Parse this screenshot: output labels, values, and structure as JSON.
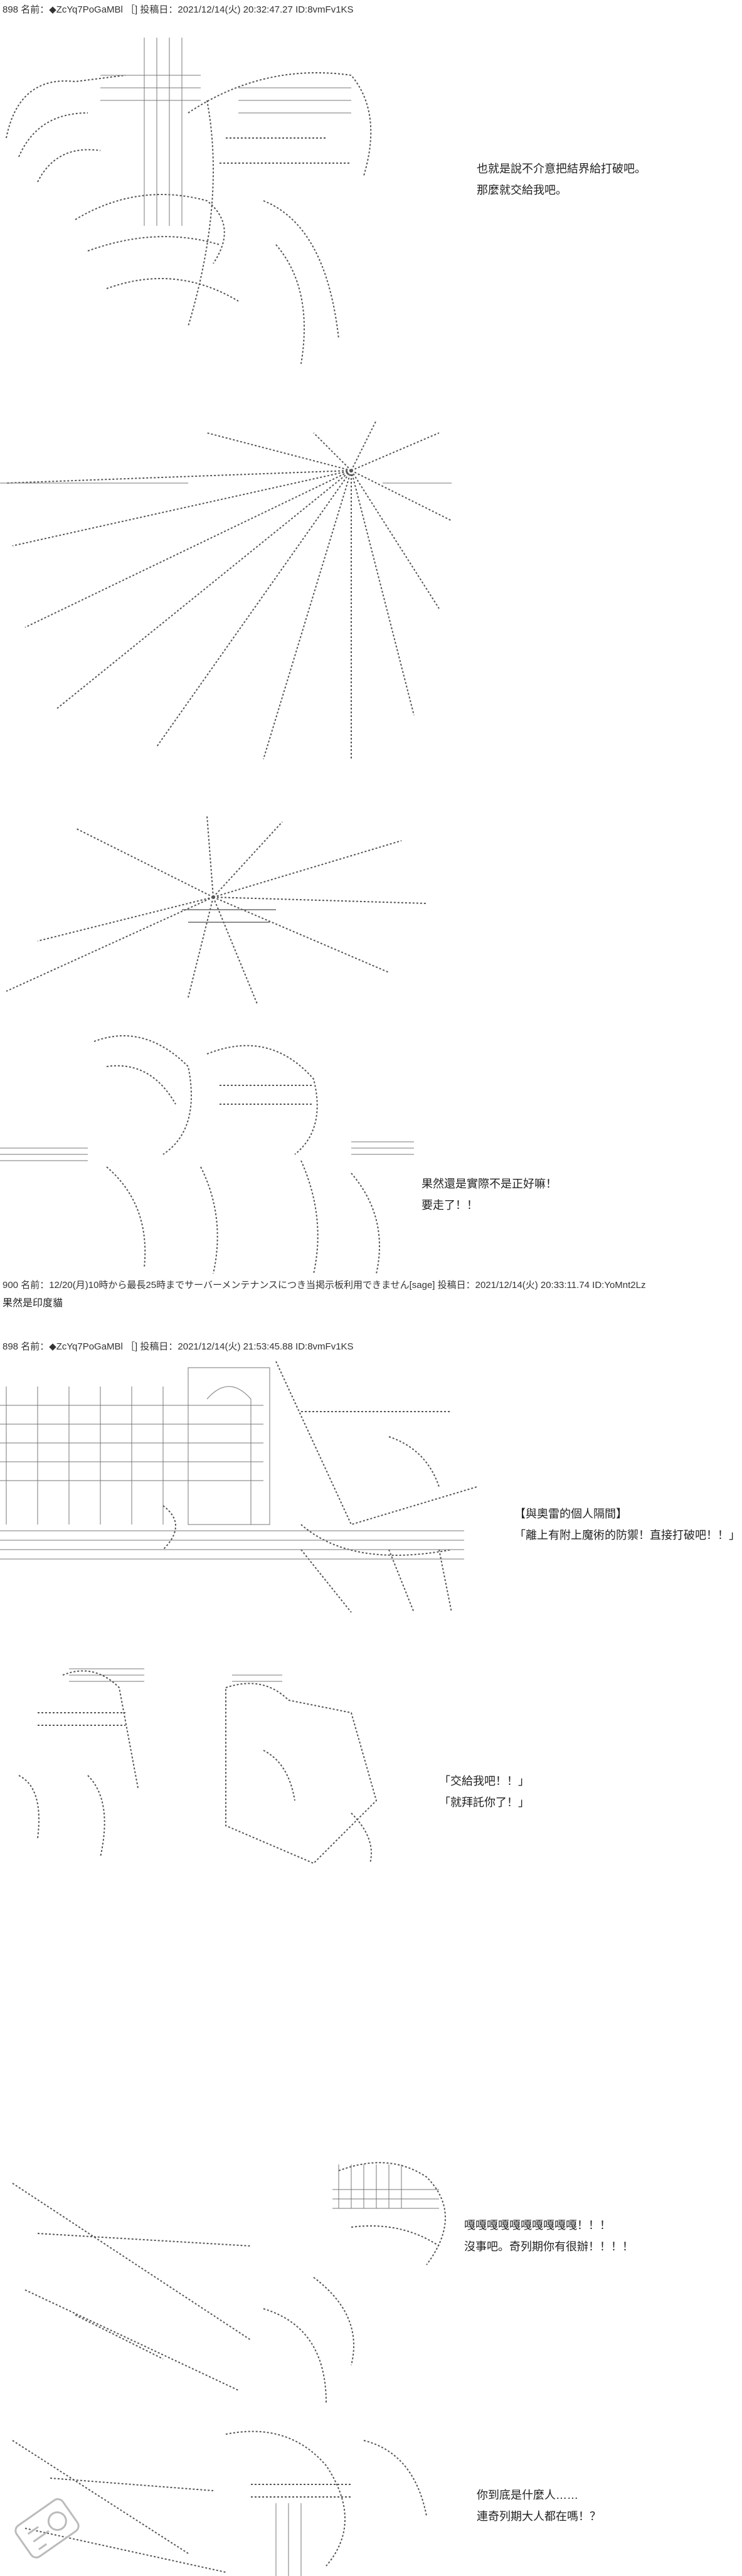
{
  "posts": [
    {
      "header": "898 名前：◆ZcYq7PoGaMBl ［] 投稿日：2021/12/14(火) 20:32:47.27 ID:8vmFv1KS"
    },
    {
      "header": "900 名前：12/20(月)10時から最長25時までサーバーメンテナンスにつき当掲示板利用できません[sage] 投稿日：2021/12/14(火) 20:33:11.74 ID:YoMnt2Lz",
      "sub": "果然是印度貓"
    },
    {
      "header": "898 名前：◆ZcYq7PoGaMBl ［] 投稿日：2021/12/14(火) 21:53:45.88 ID:8vmFv1KS"
    }
  ],
  "dialogues": {
    "d1": [
      "也就是說不介意把結界給打破吧。",
      "那麼就交給我吧。"
    ],
    "d2": [
      "果然還是實際不是正好嘛！",
      "要走了！！"
    ],
    "d3": [
      "【與奧雷的個人隔間】",
      "「離上有附上魔術的防禦！直接打破吧！！」"
    ],
    "d4": [
      "「交給我吧！！」",
      "「就拜託你了！」"
    ],
    "d5": [
      "嘎嘎嘎嘎嘎嘎嘎嘎嘎嘎！！！",
      "沒事吧。奇列期你有很辦！！！！"
    ],
    "d6": [
      "你到底是什麼人……",
      "連奇列期大人都在嗎！？"
    ]
  },
  "icons": {
    "watermark": "site-watermark-logo"
  }
}
